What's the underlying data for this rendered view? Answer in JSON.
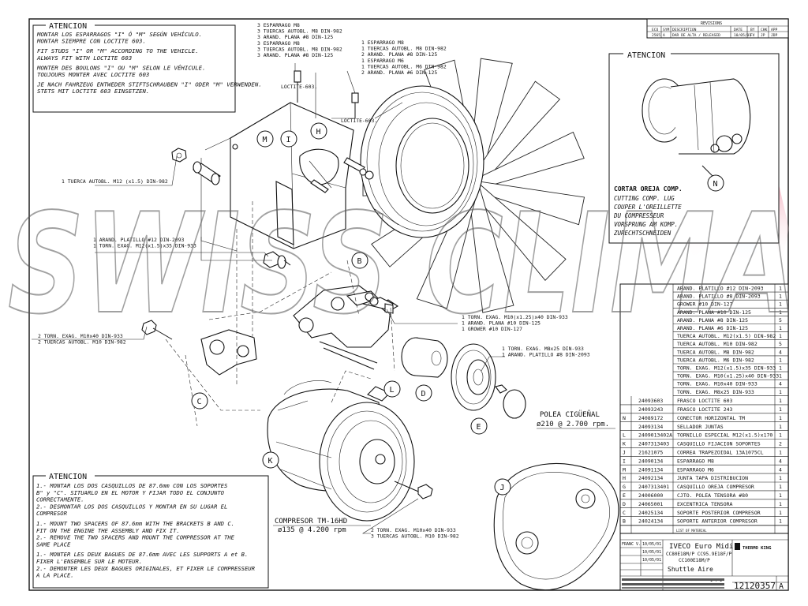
{
  "attention_top": {
    "title": "ATENCION",
    "lines": [
      "MONTAR LOS ESPARRAGOS \"I\" Ó \"M\" SEGÚN VEHÍCULO.",
      "MONTAR SIEMPRE CON LOCTITE 603.",
      "",
      "FIT STUDS \"I\" OR \"M\" ACCORDING TO THE VEHICLE.",
      "ALWAYS FIT WITH LOCTITE 603",
      "",
      "MONTER DES BOULONS \"I\" OU \"M\" SELON LE VÉHICULE.",
      "TOUJOURS MONTER AVEC LOCTITE 603",
      "",
      "JE NACH FAHRZEUG ENTWEDER STIFTSCHRAUBEN \"I\" ODER \"M\" VERWENDEN.",
      "STETS MIT LOCTITE 603 EINSETZEN."
    ]
  },
  "attention_bottom": {
    "title": "ATENCION",
    "lines": [
      "1.- MONTAR LOS DOS CASQUILLOS DE 87.6mm CON LOS SOPORTES",
      "    B\" y \"C\". SITUARLO EN EL MOTOR Y FIJAR TODO EL CONJUNTO",
      "    CORRECTAMENTE.",
      "2.- DESMONTAR LOS DOS CASQUILLOS Y MONTAR EN SU LUGAR EL",
      "    COMPRESOR",
      "",
      "1.- MOUNT TWO SPACERS OF 87.6mm WITH THE BRACKETS B AND C.",
      "    FIT ON THE ENGINE THE ASSEMBLY AND FIX IT.",
      "2.- REMOVE THE TWO SPACERS AND MOUNT THE COMPRESSOR AT THE",
      "    SAME PLACE",
      "",
      "1.- MONTER LES DEUX BAGUES DE 87.6mm AVEC LES SUPPORTS A et B.",
      "    FIXER L'ENSEMBLE SUR LE MOTEUR.",
      "2.- DEMONTER LES DEUX BAGUES ORIGINALES, ET FIXER LE COMPRESSEUR",
      "    A LA PLACE."
    ]
  },
  "attention_right": {
    "title": "ATENCION",
    "caption_bold": "CORTAR OREJA COMP.",
    "caption_lines": [
      "CUTTING COMP. LUG",
      "COUPER L'OREILLETTE",
      "DU COMPRESSEUR",
      "VORSPRUNG AM KOMP.",
      "ZURECHTSCHNEIDEN"
    ],
    "balloon": "N"
  },
  "revisions": {
    "title": "REVISIONS",
    "headers": [
      "ECO",
      "SYM",
      "DESCRIPTION",
      "DATE",
      "BY",
      "CHK",
      "APP"
    ],
    "row": [
      "2565",
      "A",
      "DAR DE ALTA / RELEASED",
      "10/05/01",
      "FV",
      "JP",
      "JDP"
    ]
  },
  "callouts": {
    "c1": [
      "3 ESPARRAGO M8",
      "3 TUERCAS AUTOBL. M8 DIN-982",
      "3 ARAND. PLANA #8 DIN-125",
      "3 ESPARRAGO M8",
      "3 TUERCAS AUTOBL. M8 DIN-982",
      "3 ARAND. PLANA #8 DIN-125"
    ],
    "c2": [
      "1 ESPARRAGO M8",
      "1 TUERCAS AUTOBL. M8 DIN-982",
      "2 ARAND. PLANA #8 DIN-125",
      "1 ESPARRAGO M6",
      "1 TUERCAS AUTOBL. M6 DIN-982",
      "2 ARAND. PLANA #6 DIN-125"
    ],
    "loctite1": "LOCTITE-603.",
    "loctite2": "LOCTITE-603.",
    "c3": [
      "1 TUERCA AUTOBL. M12 (x1.5) DIN-982"
    ],
    "c4": [
      "1 ARAND. PLATILLO #12 DIN-2093",
      "1 TORN. EXAG. M12(x1.5)x35 DIN-933"
    ],
    "c5": [
      "2 TORN. EXAG. M10x40 DIN-933",
      "2 TUERCAS AUTOBL. M10 DIN-982"
    ],
    "c6": [
      "1 TORN. EXAG. M10(x1.25)x40 DIN-933",
      "1 ARAND. PLANA #10 DIN-125",
      "1 GROWER #10 DIN-127"
    ],
    "c7": [
      "1 TORN. EXAG. M8x25 DIN-933",
      "1 ARAND. PLATILLO #8 DIN-2093"
    ],
    "c8": [
      "2 TORN. EXAG. M10x40 DIN-933",
      "3 TUERCAS AUTOBL. M10 DIN-982"
    ],
    "polea_title": "POLEA CIGÜEÑAL",
    "polea_spec": "ø210 @ 2.700 rpm.",
    "comp_title": "COMPRESOR TM-16HD",
    "comp_spec": "ø135 @ 4.200 rpm"
  },
  "balloons": [
    "M",
    "I",
    "H",
    "B",
    "C",
    "D",
    "L",
    "E",
    "K",
    "J"
  ],
  "watermark": "SWISS CLIMA",
  "bom": {
    "upper": [
      {
        "desc": "ARAND. PLATILLO #12 DIN-2093",
        "qty": "1",
        "red": true
      },
      {
        "desc": "ARAND. PLATILLO #8 DIN-2093",
        "qty": "1",
        "red": true
      },
      {
        "desc": "GROWER #10 DIN-127",
        "qty": "1"
      },
      {
        "desc": "ARAND. PLANA #10 DIN-125",
        "qty": "1"
      },
      {
        "desc": "ARAND. PLANA #8 DIN-125",
        "qty": "5"
      },
      {
        "desc": "ARAND. PLANA #6 DIN-125",
        "qty": "1"
      },
      {
        "desc": "TUERCA AUTOBL. M12(x1.5) DIN-982",
        "qty": "1"
      },
      {
        "desc": "TUERCA AUTOBL. M10 DIN-982",
        "qty": "5"
      },
      {
        "desc": "TUERCA AUTOBL. M8 DIN-982",
        "qty": "4"
      },
      {
        "desc": "TUERCA AUTOBL. M6 DIN-982",
        "qty": "1"
      },
      {
        "desc": "TORN. EXAG. M12(x1.5)x35 DIN-933",
        "qty": "1"
      },
      {
        "desc": "TORN. EXAG. M10(x1.25)x40 DIN-933",
        "qty": "1"
      },
      {
        "desc": "TORN. EXAG. M10x40 DIN-933",
        "qty": "4"
      },
      {
        "desc": "TORN. EXAG. M8x25 DIN-933",
        "qty": "1"
      }
    ],
    "lower": [
      {
        "letter": "",
        "code": "24093603",
        "desc": "FRASCO LOCTITE 603",
        "qty": "1"
      },
      {
        "letter": "",
        "code": "24093243",
        "desc": "FRASCO LOCTITE 243",
        "qty": "1"
      },
      {
        "letter": "N",
        "code": "24089172",
        "desc": "CONECTOR HORIZONTAL TM",
        "qty": "1"
      },
      {
        "letter": "",
        "code": "24093134",
        "desc": "SELLADOR JUNTAS",
        "qty": "1"
      },
      {
        "letter": "L",
        "code": "2409013402A",
        "desc": "TORNILLO ESPECIAL M12(x1.5)x170",
        "qty": "1"
      },
      {
        "letter": "K",
        "code": "2407313403",
        "desc": "CASQUILLO FIJACION SOPORTES",
        "qty": "2"
      },
      {
        "letter": "J",
        "code": "21621075",
        "desc": "CORREA TRAPEZOIDAL 13A1075CL",
        "qty": "1"
      },
      {
        "letter": "I",
        "code": "24090134",
        "desc": "ESPARRAGO M8",
        "qty": "4"
      },
      {
        "letter": "M",
        "code": "24091134",
        "desc": "ESPARRAGO M6",
        "qty": "4"
      },
      {
        "letter": "H",
        "code": "24092134",
        "desc": "JUNTA TAPA DISTRIBUCION",
        "qty": "1"
      },
      {
        "letter": "G",
        "code": "2407313401",
        "desc": "CASQUILLO OREJA COMPRESOR",
        "qty": "1"
      },
      {
        "letter": "E",
        "code": "24006000",
        "desc": "CJTO. POLEA TENSORA #80",
        "qty": "1"
      },
      {
        "letter": "D",
        "code": "24065001",
        "desc": "EXCENTRICA TENSORA",
        "qty": "1"
      },
      {
        "letter": "C",
        "code": "24025134",
        "desc": "SOPORTE POSTERIOR COMPRESOR",
        "qty": "1"
      },
      {
        "letter": "B",
        "code": "24024134",
        "desc": "SOPORTE ANTERIOR COMPRESOR",
        "qty": "1"
      }
    ],
    "list_label": "LIST OF MATERIAL"
  },
  "title_block": {
    "drawn_by": "FRANC V.",
    "dates": [
      "10/05/01",
      "10/05/01",
      "10/05/01"
    ],
    "model": "IVECO Euro Midi",
    "variant1": "CC80E18M/P CC95.9E18F/P",
    "variant2": "CC100E18M/P",
    "product": "Shuttle Aire",
    "logo": "THERMO KING",
    "drawing_no": "12120357",
    "rev": "A",
    "scale": "1 : 1"
  }
}
